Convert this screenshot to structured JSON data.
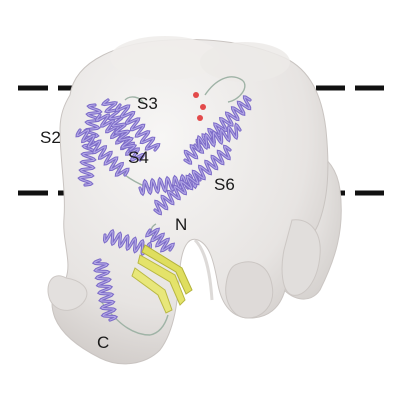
{
  "figure": {
    "labels": {
      "s2": "S2",
      "s3": "S3",
      "s4": "S4",
      "s6": "S6",
      "n": "N",
      "c": "C"
    }
  },
  "colors": {
    "density_surface": "#e9e7e5",
    "density_shadow": "#cfcbc8",
    "helix": "#7d6cc8",
    "helix_light": "#b3a8e6",
    "beta_sheet": "#e4e36a",
    "loop": "#a7b8a8",
    "membrane_boundary": "#111111",
    "ion": "#e34a4a"
  }
}
